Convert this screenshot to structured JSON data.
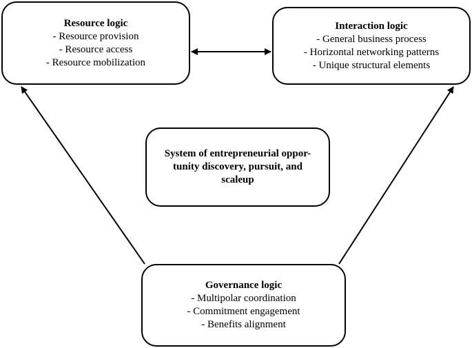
{
  "resource_logic": {
    "title": "Resource logic",
    "items": [
      "- Resource provision",
      "- Resource access",
      "- Resource mobilization"
    ]
  },
  "interaction_logic": {
    "title": "Interaction logic",
    "items": [
      "- General business process",
      "- Horizontal networking patterns",
      "- Unique structural elements"
    ]
  },
  "system": {
    "lines": [
      "System of entrepreneurial oppor-",
      "tunity discovery, pursuit, and",
      "scaleup"
    ]
  },
  "governance_logic": {
    "title": "Governance logic",
    "items": [
      "- Multipolar coordination",
      "- Commitment engagement",
      "- Benefits alignment"
    ]
  }
}
